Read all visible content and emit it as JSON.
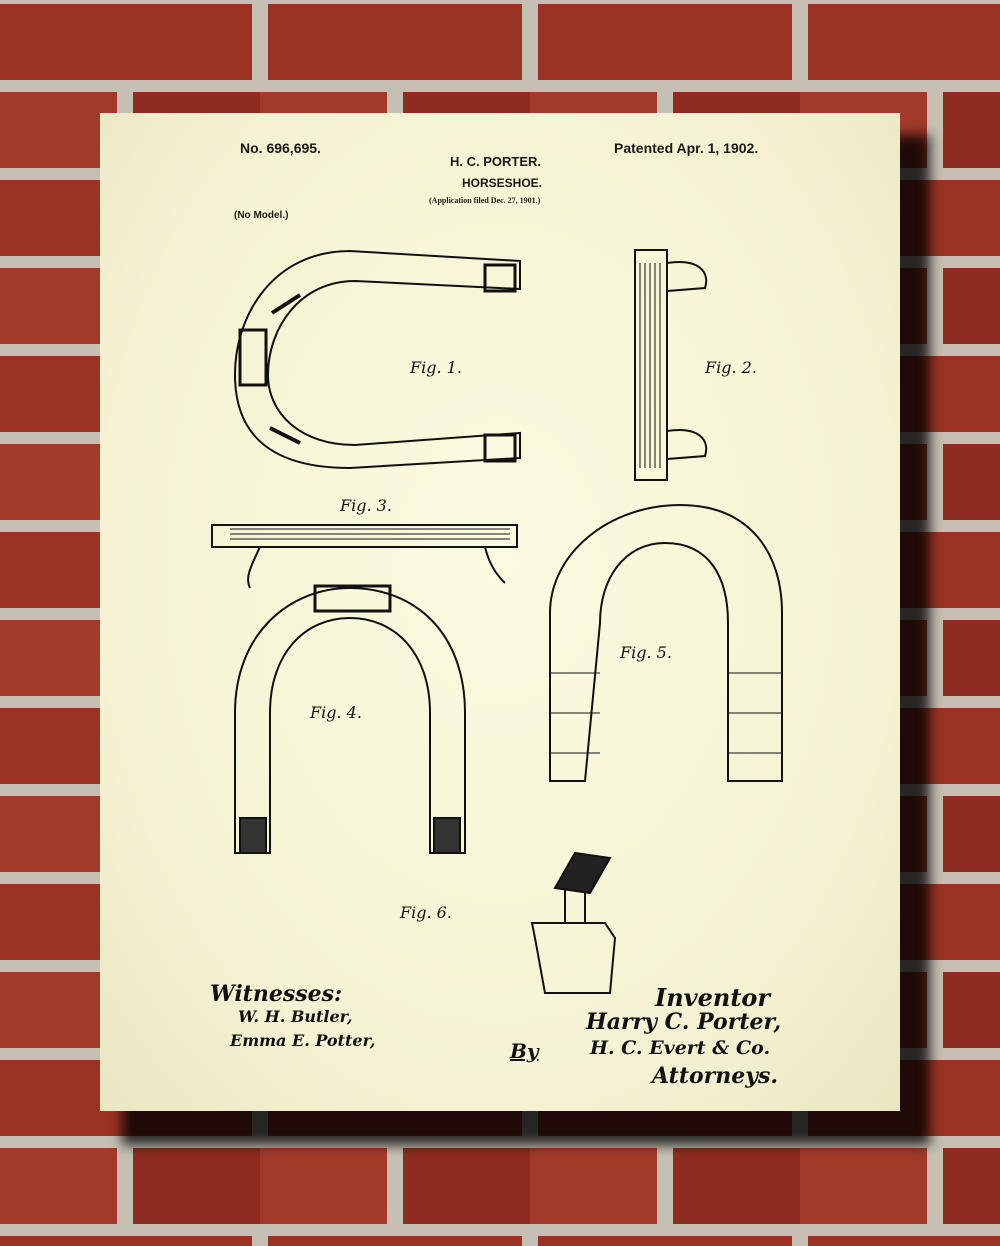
{
  "patent": {
    "number": "No. 696,695.",
    "date": "Patented Apr. 1, 1902.",
    "inventor_header": "H. C. PORTER.",
    "title": "HORSESHOE.",
    "application": "(Application filed Dec. 27, 1901.)",
    "model_note": "(No Model.)"
  },
  "figures": [
    "Fig. 1.",
    "Fig. 2.",
    "Fig. 3.",
    "Fig. 4.",
    "Fig. 5.",
    "Fig. 6."
  ],
  "signatures": {
    "witnesses_label": "Witnesses:",
    "witness_1": "W. H. Butler,",
    "witness_2": "Emma E. Potter,",
    "inventor_label": "Inventor",
    "inventor_name": "Harry C. Porter,",
    "by_label": "By",
    "attorney_name": "H. C. Evert & Co.",
    "attorneys_label": "Attorneys."
  },
  "colors": {
    "paper": "#f6f4d6",
    "ink": "#111111",
    "brick": "#9a2f22",
    "mortar": "#c9c2b8"
  }
}
